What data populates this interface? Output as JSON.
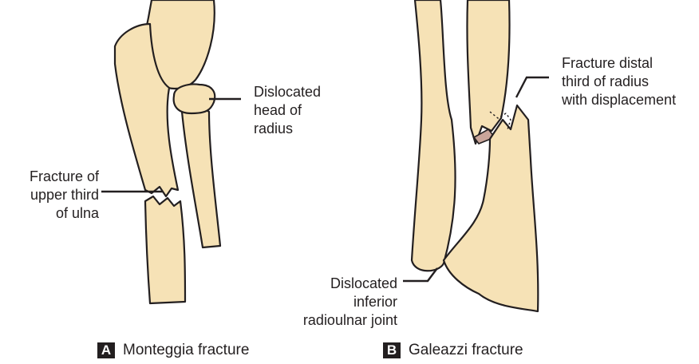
{
  "panel_a": {
    "label_dislocated_head": [
      "Dislocated",
      "head of",
      "radius"
    ],
    "label_fracture_ulna": [
      "Fracture of",
      "upper third",
      "of ulna"
    ],
    "caption_letter": "A",
    "caption_text": "Monteggia fracture"
  },
  "panel_b": {
    "label_fracture_distal": [
      "Fracture distal",
      "third of radius",
      "with displacement"
    ],
    "label_dislocated_joint": [
      "Dislocated",
      "inferior",
      "radioulnar joint"
    ],
    "caption_letter": "B",
    "caption_text": "Galeazzi fracture"
  },
  "colors": {
    "bone_fill": "#f6e2b6",
    "outline": "#231f20",
    "fracture_fill": "#c9a59a"
  }
}
